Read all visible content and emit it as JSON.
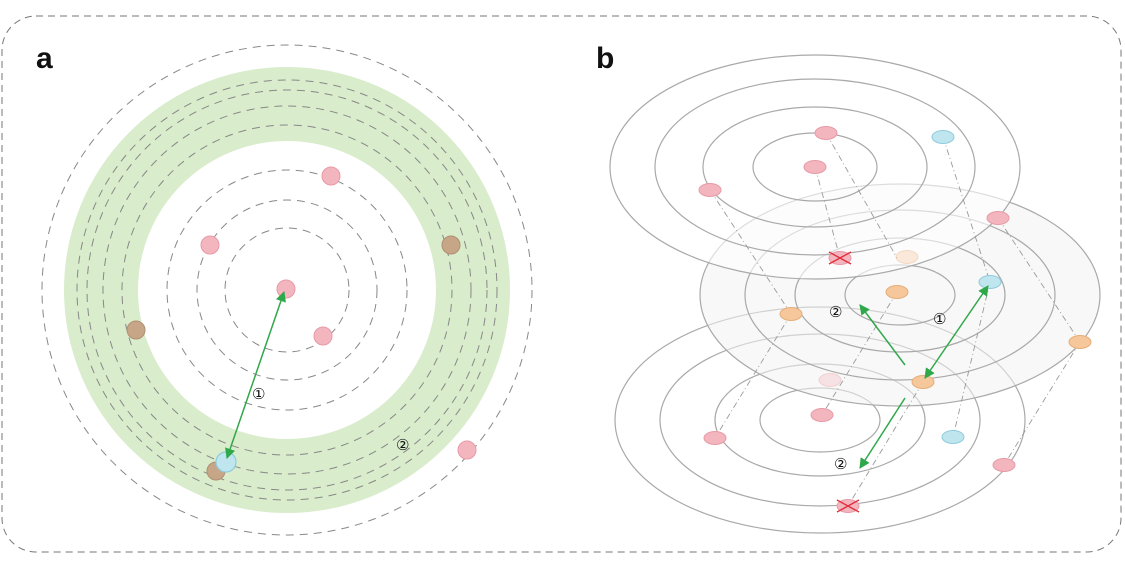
{
  "panels": {
    "a": {
      "label": "a"
    },
    "b": {
      "label": "b"
    }
  },
  "annotations": {
    "step_one": "①",
    "step_two": "②"
  },
  "colors": {
    "frame": "#777777",
    "band": "#d9eccb",
    "pink_dot": "#f3b6bf",
    "brown_dot": "#c7a587",
    "blue_dot": "#bfe6ef",
    "orange_dot": "#f5c79b",
    "arrow": "#2fa84a",
    "cross": "#e0303c",
    "ring_dash": "#888888",
    "ring_solid": "#a9a9a9"
  },
  "icons": {
    "removed_marker": "cross-icon"
  }
}
